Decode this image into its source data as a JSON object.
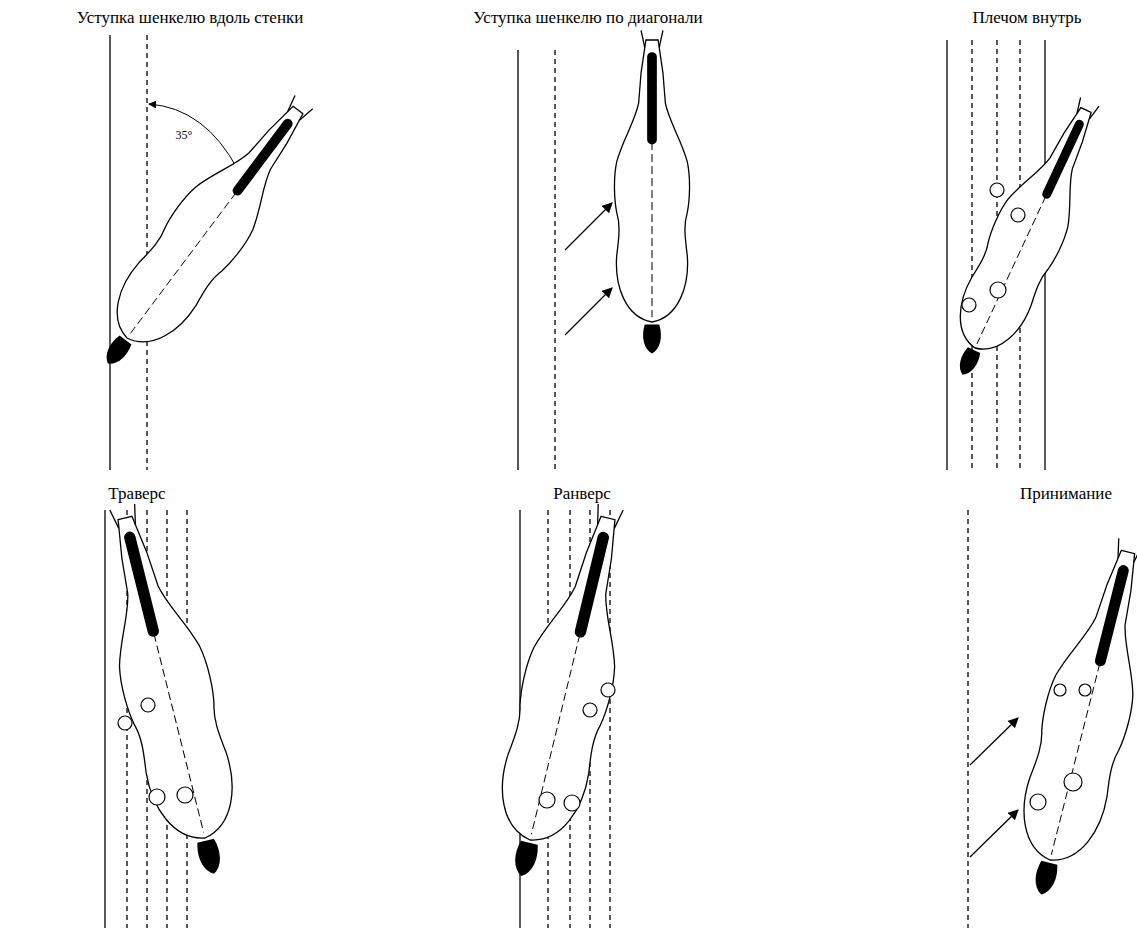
{
  "diagram": {
    "labels": [
      "Уступка шенкелю вдоль стенки",
      "Уступка шенкелю по диагонали",
      "Плечом внутрь",
      "35°",
      "Траверс",
      "Ранверс",
      "Принимание"
    ]
  }
}
